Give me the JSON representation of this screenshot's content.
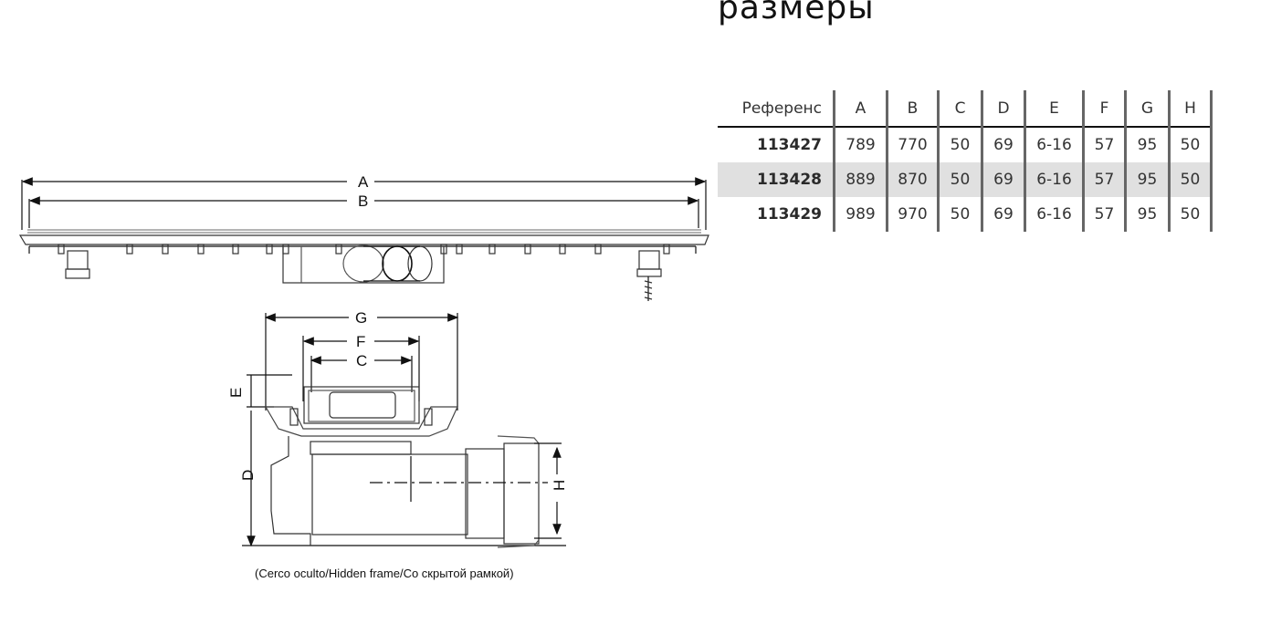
{
  "page": {
    "title": "размеры"
  },
  "table": {
    "headers": [
      "Референс",
      "A",
      "B",
      "C",
      "D",
      "E",
      "F",
      "G",
      "H"
    ],
    "rows": [
      {
        "ref": "113427",
        "a": "789",
        "b": "770",
        "c": "50",
        "d": "69",
        "e": "6-16",
        "f": "57",
        "g": "95",
        "h": "50"
      },
      {
        "ref": "113428",
        "a": "889",
        "b": "870",
        "c": "50",
        "d": "69",
        "e": "6-16",
        "f": "57",
        "g": "95",
        "h": "50"
      },
      {
        "ref": "113429",
        "a": "989",
        "b": "970",
        "c": "50",
        "d": "69",
        "e": "6-16",
        "f": "57",
        "g": "95",
        "h": "50"
      }
    ],
    "shaded_row_color": "#e0e0e0"
  },
  "drawing": {
    "side_view": {
      "dim_a": "A",
      "dim_b": "B"
    },
    "section_view": {
      "dim_g": "G",
      "dim_f": "F",
      "dim_c": "C",
      "dim_e": "E",
      "dim_d": "D",
      "dim_h": "H"
    },
    "caption": "(Cerco oculto/Hidden frame/Со скрытой рамкой)"
  }
}
